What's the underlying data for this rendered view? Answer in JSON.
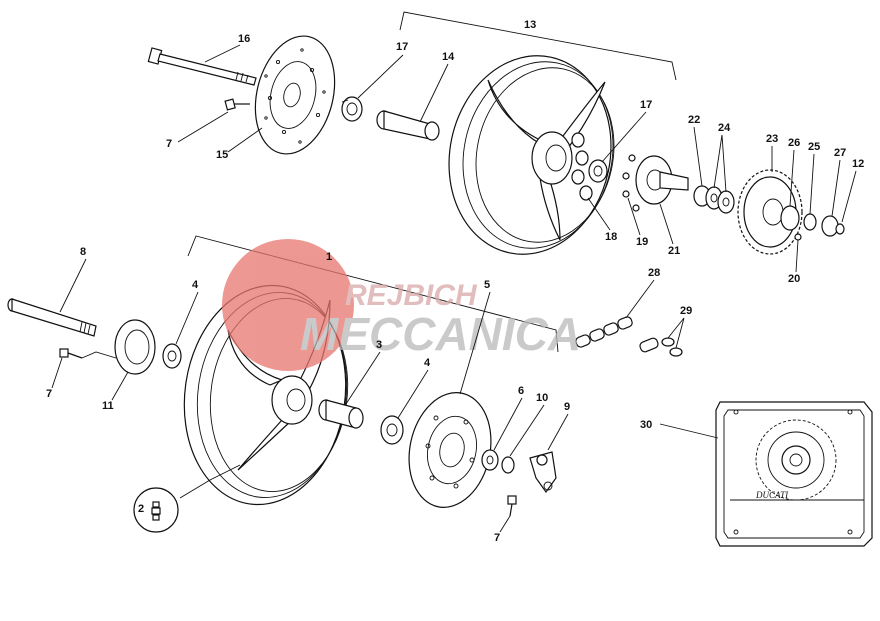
{
  "watermark": {
    "line1": "REJBICH",
    "line2": "MECCANICA",
    "mark_color": "#e8756f",
    "text_color_line1": "#d9a8a8",
    "text_color_line2": "#b9b9b9"
  },
  "logo_plate": {
    "brand": "DUCATI"
  },
  "callouts": [
    {
      "id": "c1",
      "label": "1"
    },
    {
      "id": "c2",
      "label": "2"
    },
    {
      "id": "c3",
      "label": "3"
    },
    {
      "id": "c4a",
      "label": "4"
    },
    {
      "id": "c4b",
      "label": "4"
    },
    {
      "id": "c5",
      "label": "5"
    },
    {
      "id": "c6",
      "label": "6"
    },
    {
      "id": "c7a",
      "label": "7"
    },
    {
      "id": "c7b",
      "label": "7"
    },
    {
      "id": "c7c",
      "label": "7"
    },
    {
      "id": "c8",
      "label": "8"
    },
    {
      "id": "c9",
      "label": "9"
    },
    {
      "id": "c10",
      "label": "10"
    },
    {
      "id": "c11",
      "label": "11"
    },
    {
      "id": "c12",
      "label": "12"
    },
    {
      "id": "c13",
      "label": "13"
    },
    {
      "id": "c14",
      "label": "14"
    },
    {
      "id": "c15",
      "label": "15"
    },
    {
      "id": "c16",
      "label": "16"
    },
    {
      "id": "c17a",
      "label": "17"
    },
    {
      "id": "c17b",
      "label": "17"
    },
    {
      "id": "c18",
      "label": "18"
    },
    {
      "id": "c19",
      "label": "19"
    },
    {
      "id": "c20",
      "label": "20"
    },
    {
      "id": "c21",
      "label": "21"
    },
    {
      "id": "c22",
      "label": "22"
    },
    {
      "id": "c23",
      "label": "23"
    },
    {
      "id": "c24",
      "label": "24"
    },
    {
      "id": "c25",
      "label": "25"
    },
    {
      "id": "c26",
      "label": "26"
    },
    {
      "id": "c27",
      "label": "27"
    },
    {
      "id": "c28",
      "label": "28"
    },
    {
      "id": "c29",
      "label": "29"
    },
    {
      "id": "c30",
      "label": "30"
    }
  ]
}
